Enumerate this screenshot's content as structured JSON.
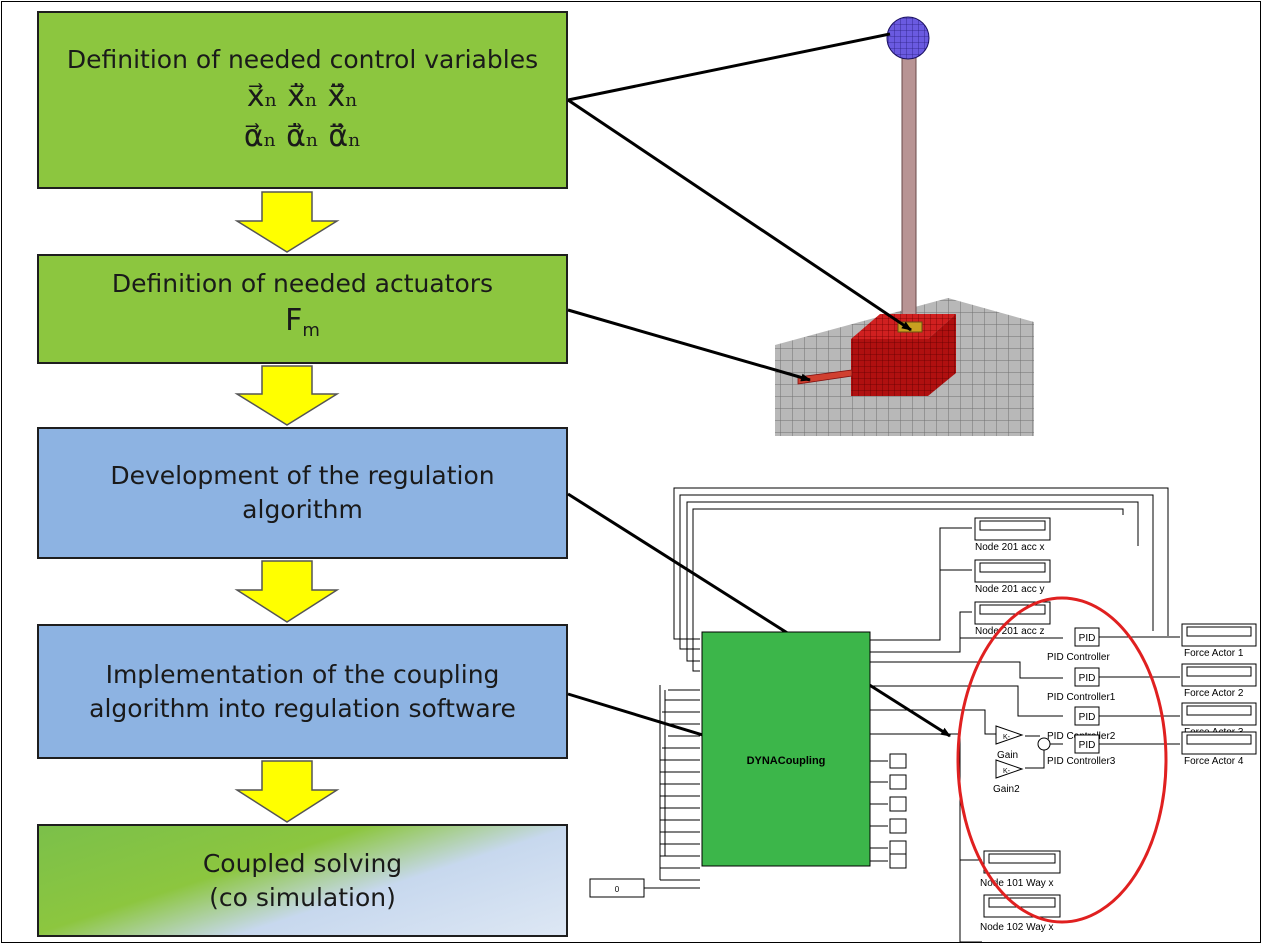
{
  "flowchart": {
    "steps": [
      {
        "label": "Definition of needed control variables",
        "math_line1": "x⃗ₙ  ẋ⃗ₙ  ẍ⃗ₙ",
        "math_line2": "α⃗ₙ  α̇⃗ₙ  α̈⃗ₙ"
      },
      {
        "label": "Definition of needed actuators",
        "symbol": "F",
        "symbol_sub": "m"
      },
      {
        "label_line1": "Development of the regulation",
        "label_line2": "algorithm"
      },
      {
        "label_line1": "Implementation of the coupling",
        "label_line2": "algorithm into regulation software"
      },
      {
        "label_line1": "Coupled solving",
        "label_line2": "(co simulation)"
      }
    ]
  },
  "simulink": {
    "coupling_block": "DYNACoupling",
    "constant_block": "0",
    "scopes_top": [
      "Node 201 acc x",
      "Node 201 acc y",
      "Node 201 acc z"
    ],
    "pid_blocks": [
      "PID Controller",
      "PID Controller1",
      "PID Controller2",
      "PID Controller3"
    ],
    "pid_inner": "PID",
    "force_actors": [
      "Force Actor 1",
      "Force Actor 2",
      "Force Actor 3",
      "Force Actor 4"
    ],
    "gains": [
      "Gain",
      "Gain2"
    ],
    "gain_inner": "K-",
    "scopes_bottom": [
      "Node 101 Way x",
      "Node 102 Way x"
    ]
  },
  "colors": {
    "green": "#8cc63f",
    "blue": "#8db3e2",
    "arrow": "#ffff00",
    "coupling_block": "#3cb64a",
    "highlight_ring": "#e02020"
  }
}
